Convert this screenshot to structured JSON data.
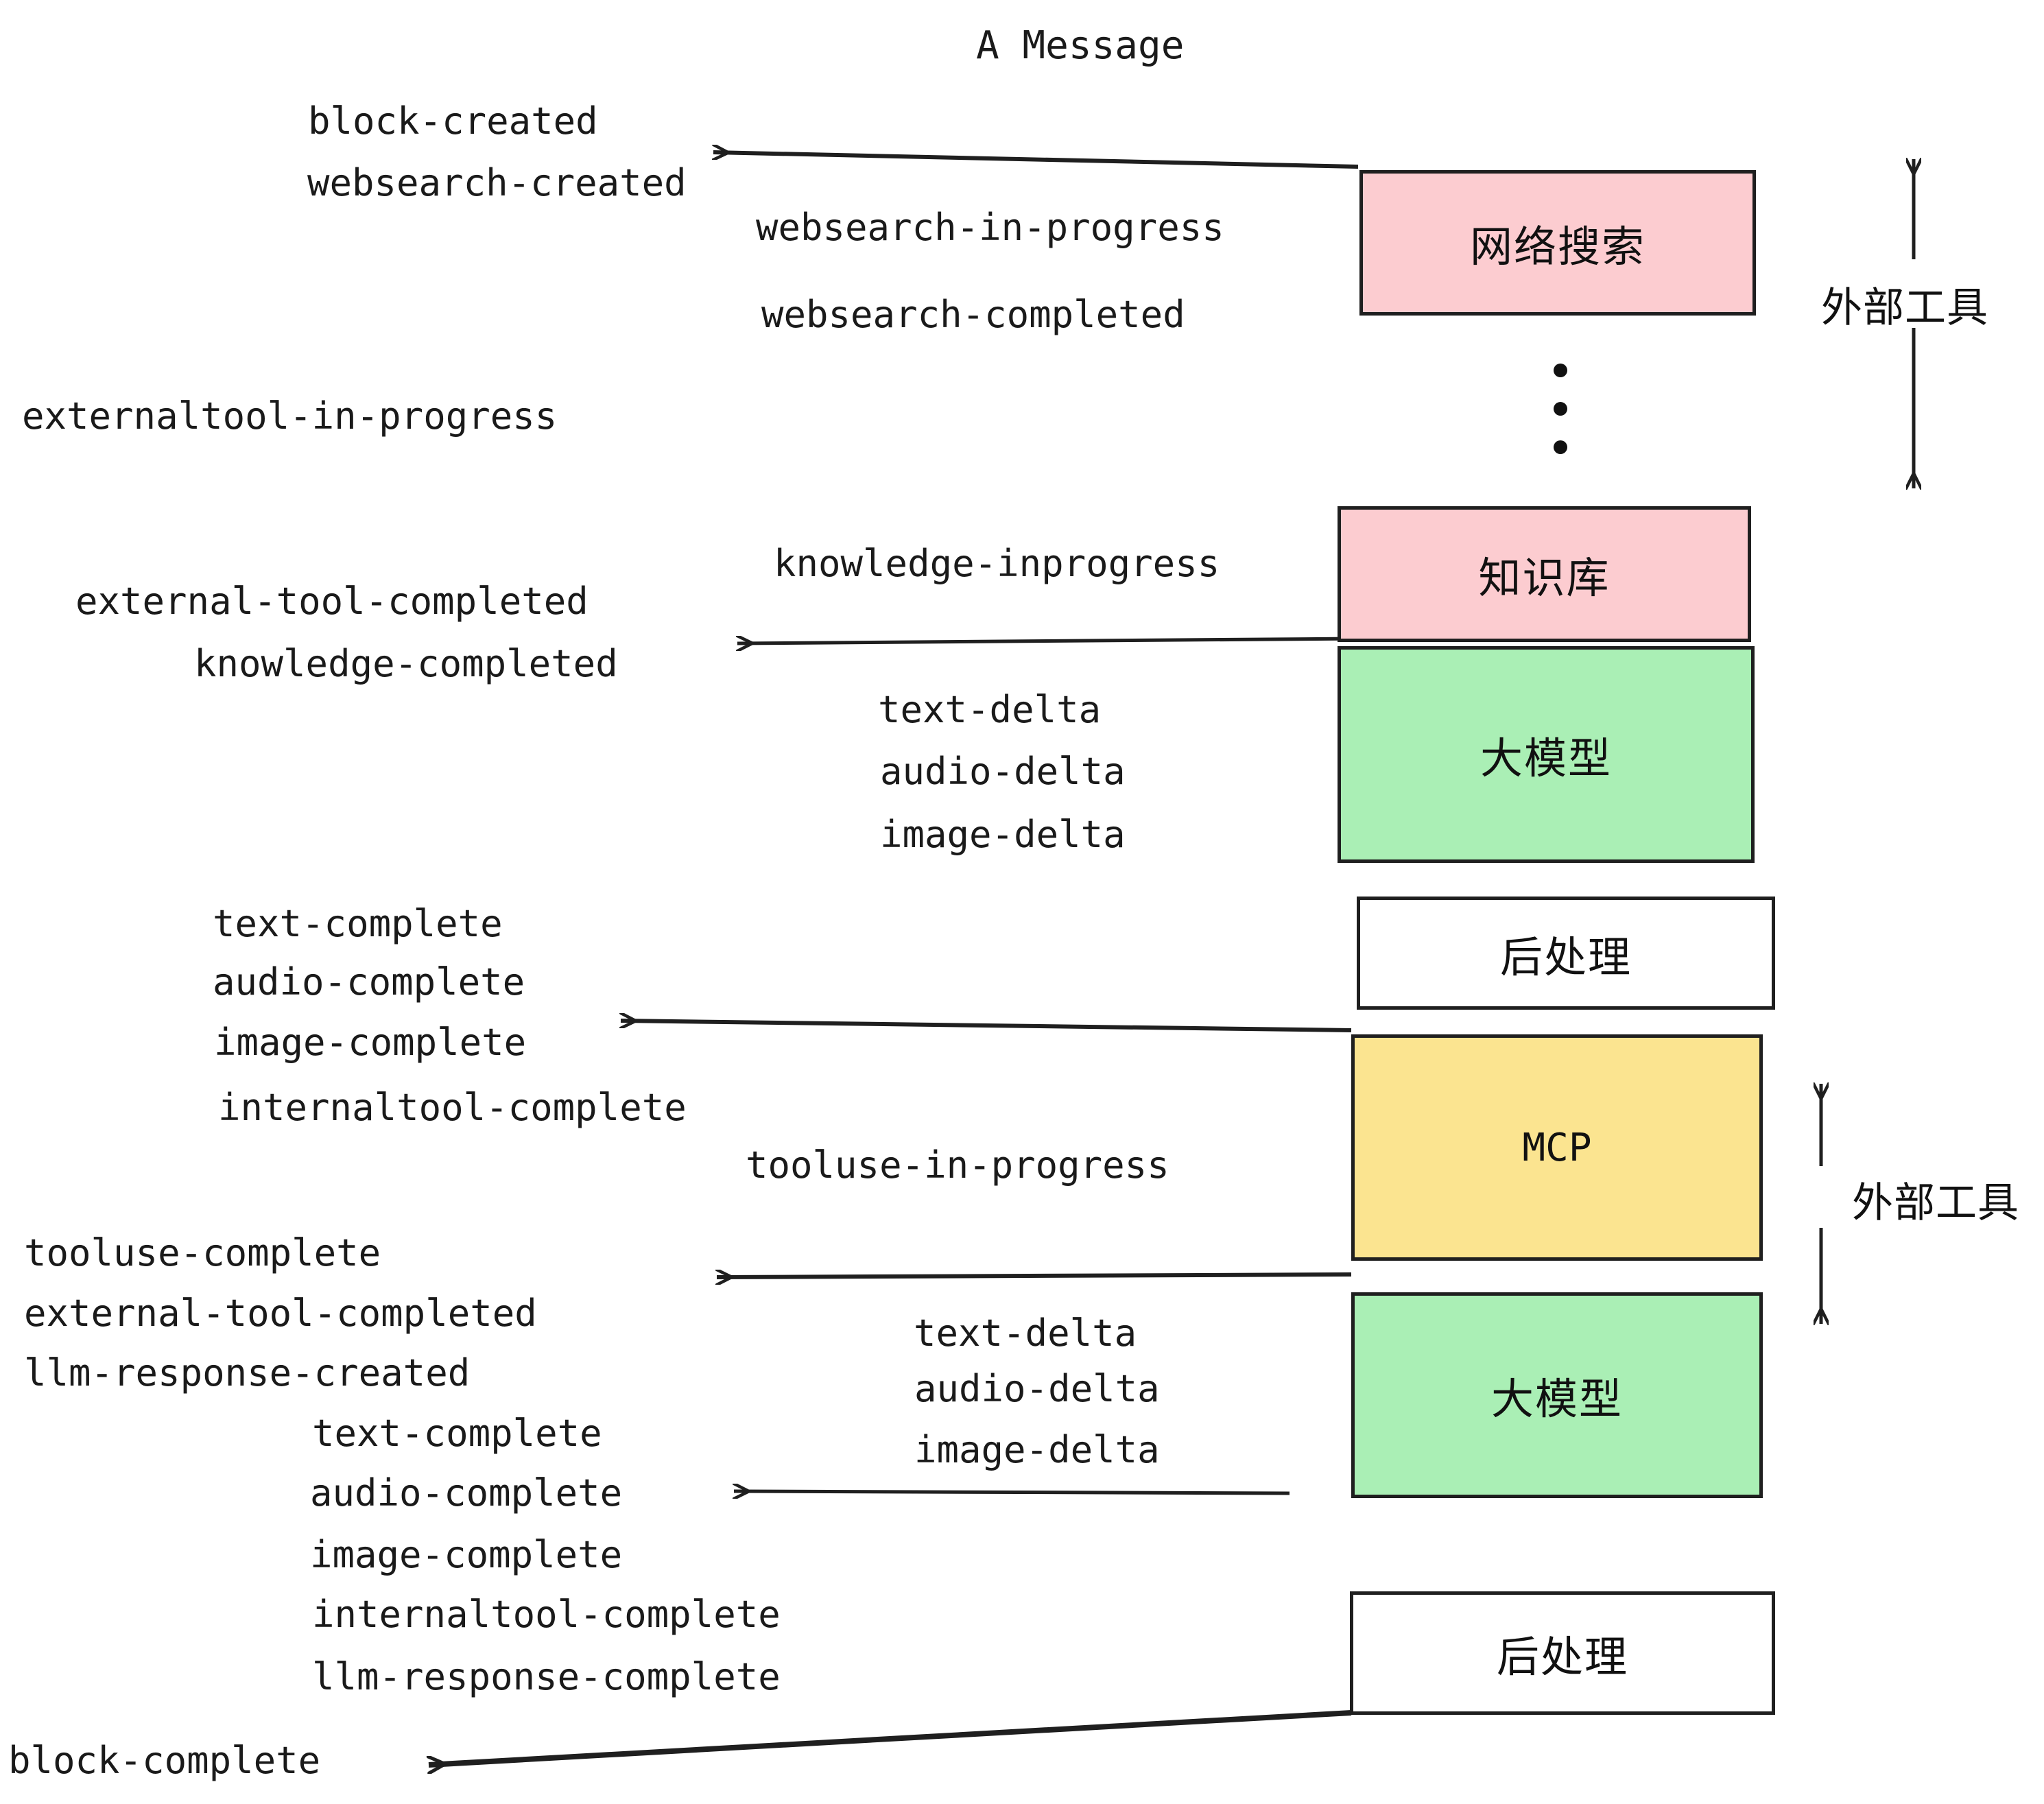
{
  "title": "A Message",
  "colors": {
    "pink": "#fcccd0",
    "green": "#aaefb5",
    "yellow": "#fbe490",
    "white": "#ffffff",
    "stroke": "#1f1f1f",
    "text": "#1a1a1a"
  },
  "nodes": [
    {
      "id": "websearch",
      "label": "网络搜索",
      "fill": "#fcccd0",
      "mono": false
    },
    {
      "id": "knowledge",
      "label": "知识库",
      "fill": "#fcccd0",
      "mono": false
    },
    {
      "id": "llm-1",
      "label": "大模型",
      "fill": "#aaefb5",
      "mono": false
    },
    {
      "id": "postproc-1",
      "label": "后处理",
      "fill": "#ffffff",
      "mono": false
    },
    {
      "id": "mcp",
      "label": "MCP",
      "fill": "#fbe490",
      "mono": true
    },
    {
      "id": "llm-2",
      "label": "大模型",
      "fill": "#aaefb5",
      "mono": false
    },
    {
      "id": "postproc-2",
      "label": "后处理",
      "fill": "#ffffff",
      "mono": false
    }
  ],
  "side_labels": [
    {
      "id": "external-tools-top",
      "label": "外部工具"
    },
    {
      "id": "external-tools-bottom",
      "label": "外部工具"
    }
  ],
  "events": [
    {
      "id": "block-created",
      "text": "block-created"
    },
    {
      "id": "websearch-created",
      "text": "websearch-created"
    },
    {
      "id": "websearch-in-progress",
      "text": "websearch-in-progress"
    },
    {
      "id": "websearch-completed",
      "text": "websearch-completed"
    },
    {
      "id": "externaltool-in-progress",
      "text": "externaltool-in-progress"
    },
    {
      "id": "knowledge-inprogress",
      "text": "knowledge-inprogress"
    },
    {
      "id": "external-tool-completed-1",
      "text": "external-tool-completed"
    },
    {
      "id": "knowledge-completed",
      "text": "knowledge-completed"
    },
    {
      "id": "text-delta-1",
      "text": "text-delta"
    },
    {
      "id": "audio-delta-1",
      "text": "audio-delta"
    },
    {
      "id": "image-delta-1",
      "text": "image-delta"
    },
    {
      "id": "text-complete-1",
      "text": "text-complete"
    },
    {
      "id": "audio-complete-1",
      "text": "audio-complete"
    },
    {
      "id": "image-complete-1",
      "text": "image-complete"
    },
    {
      "id": "internaltool-complete-1",
      "text": "internaltool-complete"
    },
    {
      "id": "tooluse-in-progress",
      "text": "tooluse-in-progress"
    },
    {
      "id": "tooluse-complete",
      "text": "tooluse-complete"
    },
    {
      "id": "external-tool-completed-2",
      "text": "external-tool-completed"
    },
    {
      "id": "llm-response-created",
      "text": "llm-response-created"
    },
    {
      "id": "text-delta-2",
      "text": "text-delta"
    },
    {
      "id": "audio-delta-2",
      "text": "audio-delta"
    },
    {
      "id": "image-delta-2",
      "text": "image-delta"
    },
    {
      "id": "text-complete-2",
      "text": "text-complete"
    },
    {
      "id": "audio-complete-2",
      "text": "audio-complete"
    },
    {
      "id": "image-complete-2",
      "text": "image-complete"
    },
    {
      "id": "internaltool-complete-2",
      "text": "internaltool-complete"
    },
    {
      "id": "llm-response-complete",
      "text": "llm-response-complete"
    },
    {
      "id": "block-complete",
      "text": "block-complete"
    }
  ]
}
